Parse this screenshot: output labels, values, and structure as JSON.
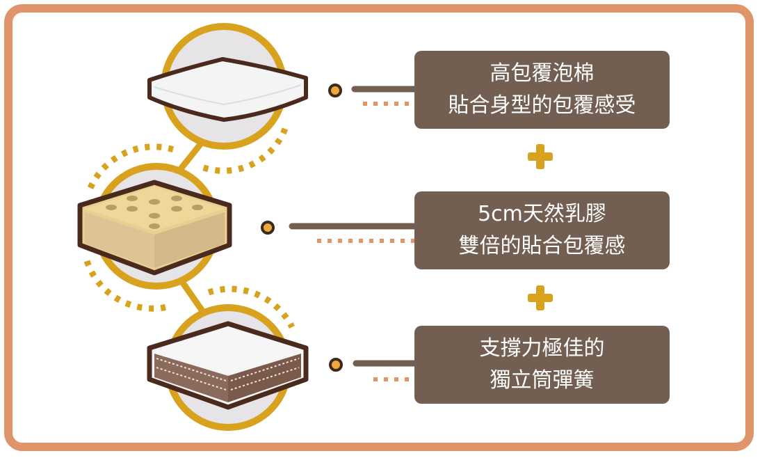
{
  "features": [
    {
      "line1": "高包覆泡棉",
      "line2": "貼合身型的包覆感受",
      "icon": "foam-layer-icon"
    },
    {
      "line1": "5cm天然乳膠",
      "line2": "雙倍的貼合包覆感",
      "icon": "latex-block-icon"
    },
    {
      "line1": "支撐力極佳的",
      "line2": "獨立筒彈簧",
      "icon": "pocket-spring-icon"
    }
  ],
  "colors": {
    "border": "#e0946a",
    "gold": "#d9a21e",
    "box": "#735e52",
    "outline": "#4a2a1c",
    "circle_fill": "#e6e4e6"
  }
}
